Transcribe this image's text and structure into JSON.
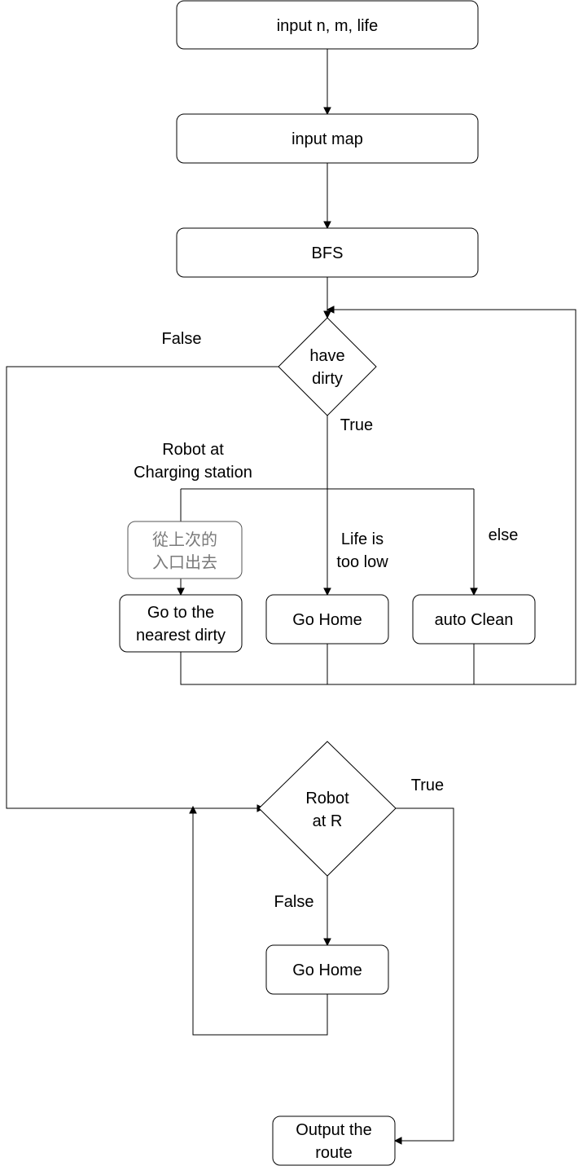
{
  "nodes": {
    "input_params": "input n, m, life",
    "input_map": "input map",
    "bfs": "BFS",
    "have_dirty_1": "have",
    "have_dirty_2": "dirty",
    "exit_prev_1": "從上次的",
    "exit_prev_2": "入口出去",
    "go_nearest_1": "Go to the",
    "go_nearest_2": "nearest dirty",
    "go_home_mid": "Go Home",
    "auto_clean": "auto Clean",
    "robot_at_r_1": "Robot",
    "robot_at_r_2": "at R",
    "go_home_bottom": "Go Home",
    "output_1": "Output the",
    "output_2": "route"
  },
  "labels": {
    "false_top": "False",
    "true_top": "True",
    "charging_1": "Robot at",
    "charging_2": "Charging station",
    "life_low_1": "Life is",
    "life_low_2": "too low",
    "else": "else",
    "true_bottom": "True",
    "false_bottom": "False"
  }
}
